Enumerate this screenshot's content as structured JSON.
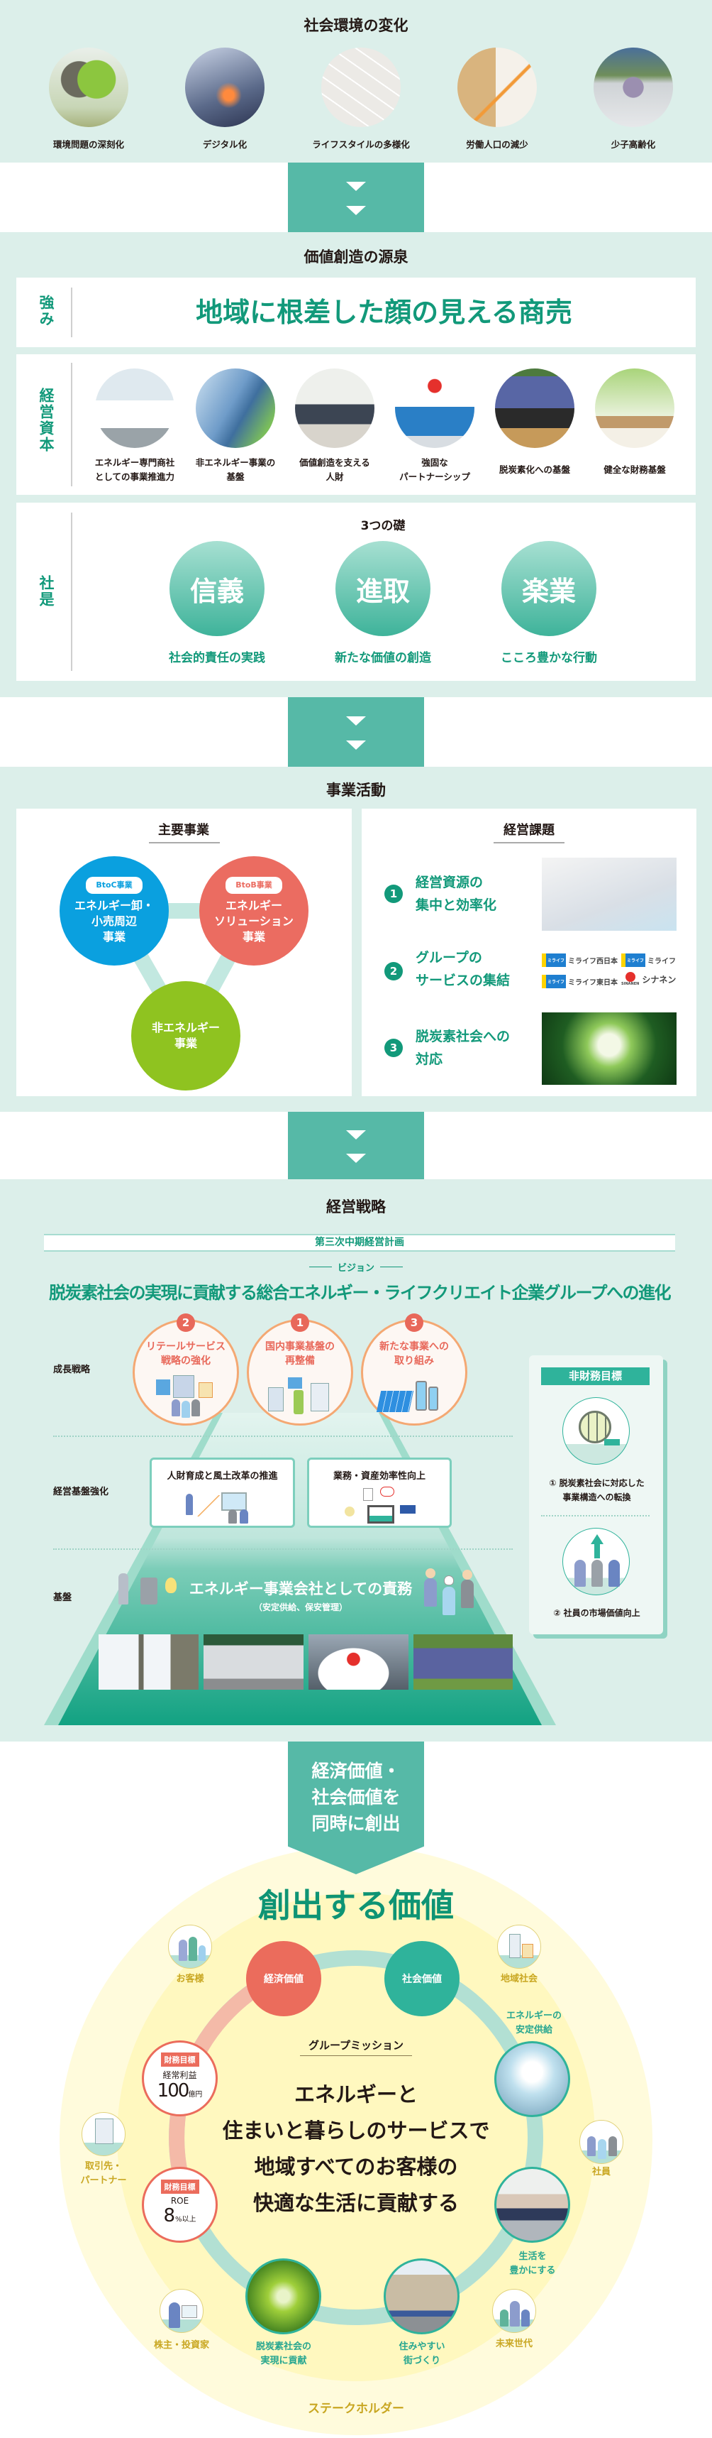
{
  "social_change": {
    "title": "社会環境の変化",
    "items": [
      {
        "label": "環境問題の深刻化"
      },
      {
        "label": "デジタル化"
      },
      {
        "label": "ライフスタイルの多様化"
      },
      {
        "label": "労働人口の減少"
      },
      {
        "label": "少子高齢化"
      }
    ]
  },
  "value_source": {
    "title": "価値創造の源泉",
    "strength": {
      "label": "強み",
      "text": "地域に根差した顔の見える商売"
    },
    "capital": {
      "label": "経営資本",
      "items": [
        {
          "line1": "エネルギー専門商社",
          "line2": "としての事業推進力"
        },
        {
          "line1": "非エネルギー事業の",
          "line2": "基盤"
        },
        {
          "line1": "価値創造を支える",
          "line2": "人財"
        },
        {
          "line1": "強固な",
          "line2": "パートナーシップ"
        },
        {
          "line1": "脱炭素化への基盤",
          "line2": ""
        },
        {
          "line1": "健全な財務基盤",
          "line2": ""
        }
      ]
    },
    "motto": {
      "label": "社是",
      "subtitle": "3つの礎",
      "items": [
        {
          "word": "信義",
          "caption": "社会的責任の実践"
        },
        {
          "word": "進取",
          "caption": "新たな価値の創造"
        },
        {
          "word": "楽業",
          "caption": "こころ豊かな行動"
        }
      ]
    }
  },
  "business": {
    "title": "事業活動",
    "main": {
      "title": "主要事業",
      "btoc": {
        "tag": "BtoC事業",
        "line1": "エネルギー卸・",
        "line2": "小売周辺",
        "line3": "事業"
      },
      "btob": {
        "tag": "BtoB事業",
        "line1": "エネルギー",
        "line2": "ソリューション",
        "line3": "事業"
      },
      "non_energy": {
        "line1": "非エネルギー",
        "line2": "事業"
      }
    },
    "issues": {
      "title": "経営課題",
      "items": [
        {
          "number": "1",
          "line1": "経営資源の",
          "line2": "集中と効率化"
        },
        {
          "number": "2",
          "line1": "グループの",
          "line2": "サービスの集結"
        },
        {
          "number": "3",
          "line1": "脱炭素社会への",
          "line2": "対応"
        }
      ],
      "logos": [
        "ミライフ西日本",
        "ミライフ",
        "ミライフ東日本",
        "シナネン"
      ],
      "logo_badge": "ミライフ",
      "sinanen_mark": "SINANEN"
    }
  },
  "strategy": {
    "title": "経営戦略",
    "plan": "第三次中期経営計画",
    "vision_label": "ビジョン",
    "vision": "脱炭素社会の実現に貢献する総合エネルギー・ライフクリエイト企業グループへの進化",
    "rows": {
      "growth": "成長戦略",
      "foundation_strengthening": "経営基盤強化",
      "base": "基盤"
    },
    "growth_items": [
      {
        "number": "2",
        "line1": "リテールサービス",
        "line2": "戦略の強化"
      },
      {
        "number": "1",
        "line1": "国内事業基盤の",
        "line2": "再整備"
      },
      {
        "number": "3",
        "line1": "新たな事業への",
        "line2": "取り組み"
      }
    ],
    "foundation_items": [
      "人財育成と風土改革の推進",
      "業務・資産効率性向上"
    ],
    "base_text": "エネルギー事業会社としての責務",
    "base_sub": "（安定供給、保安管理）",
    "non_financial": {
      "title": "非財務目標",
      "items": [
        {
          "line1": "① 脱炭素社会に対応した",
          "line2": "事業構造への転換"
        },
        {
          "line1": "② 社員の市場価値向上",
          "line2": ""
        }
      ]
    }
  },
  "value_creation": {
    "arrow_lines": [
      "経済価値・",
      "社会価値を",
      "同時に創出"
    ],
    "title": "創出する価値",
    "economic": "経済価値",
    "social": "社会価値",
    "mission_label": "グループミッション",
    "mission_lines": [
      "エネルギーと",
      "住まいと暮らしのサービスで",
      "地域すべてのお客様の",
      "快適な生活に貢献する"
    ],
    "financial_targets": [
      {
        "tag": "財務目標",
        "metric": "経常利益",
        "value": "100",
        "unit": "億円"
      },
      {
        "tag": "財務目標",
        "metric": "ROE",
        "value": "8",
        "unit": "%以上"
      }
    ],
    "values": {
      "energy": [
        "エネルギーの",
        "安定供給"
      ],
      "life": [
        "生活を",
        "豊かにする"
      ],
      "decarbon": [
        "脱炭素社会の",
        "実現に貢献"
      ],
      "town": [
        "住みやすい",
        "街づくり"
      ]
    },
    "stakeholders": {
      "customers": "お客様",
      "community": "地域社会",
      "partners": [
        "取引先・",
        "パートナー"
      ],
      "employees": "社員",
      "shareholders": "株主・投資家",
      "future": "未来世代",
      "label": "ステークホルダー"
    }
  },
  "colors": {
    "section_bg": "#dcefea",
    "arrow": "#56b9a7",
    "teal_text": "#12997a",
    "btoc": "#0aa0df",
    "btob": "#eb6c61",
    "non_energy": "#8fc320",
    "coral": "#e8685a",
    "stakeholder_text": "#c9a722"
  }
}
